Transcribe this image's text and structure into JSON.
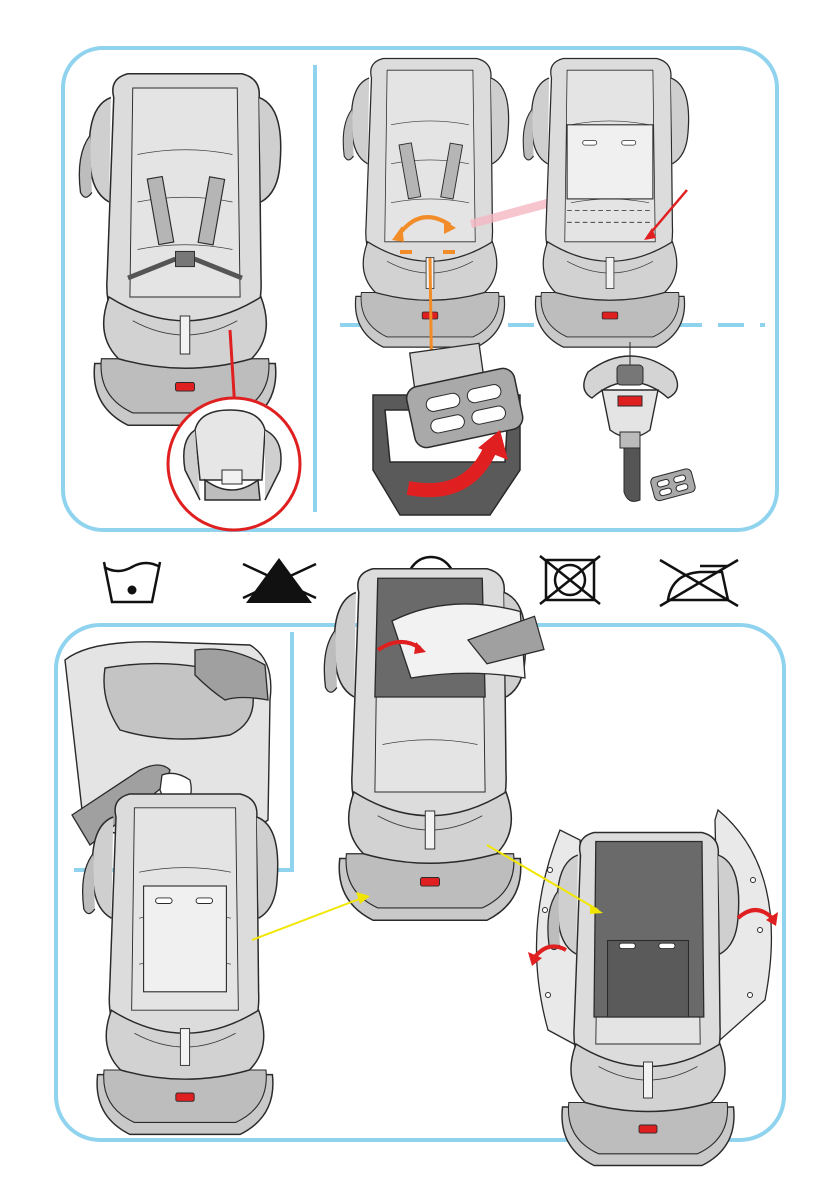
{
  "colors": {
    "panel_border": "#8fd3ee",
    "accent_orange": "#f28c28",
    "accent_red": "#e02020",
    "accent_yellow": "#f2e600",
    "seat_light": "#dcdcdc",
    "seat_dark": "#5a5a5a",
    "line": "#2a2a2a"
  },
  "care_symbols": [
    {
      "icon": "wash-30-icon"
    },
    {
      "icon": "no-bleach-icon"
    },
    {
      "icon": "dry-clean-icon"
    },
    {
      "icon": "no-tumble-dry-icon"
    },
    {
      "icon": "no-iron-icon"
    }
  ],
  "top_panel": {
    "steps": [
      "seat-with-harness",
      "harness-open",
      "cover-lift",
      "buckle-tongue",
      "buckle-pad"
    ]
  },
  "bottom_panel": {
    "steps": [
      "remove-headrest-cover",
      "remove-seat-cover",
      "unfold-side-covers"
    ]
  }
}
